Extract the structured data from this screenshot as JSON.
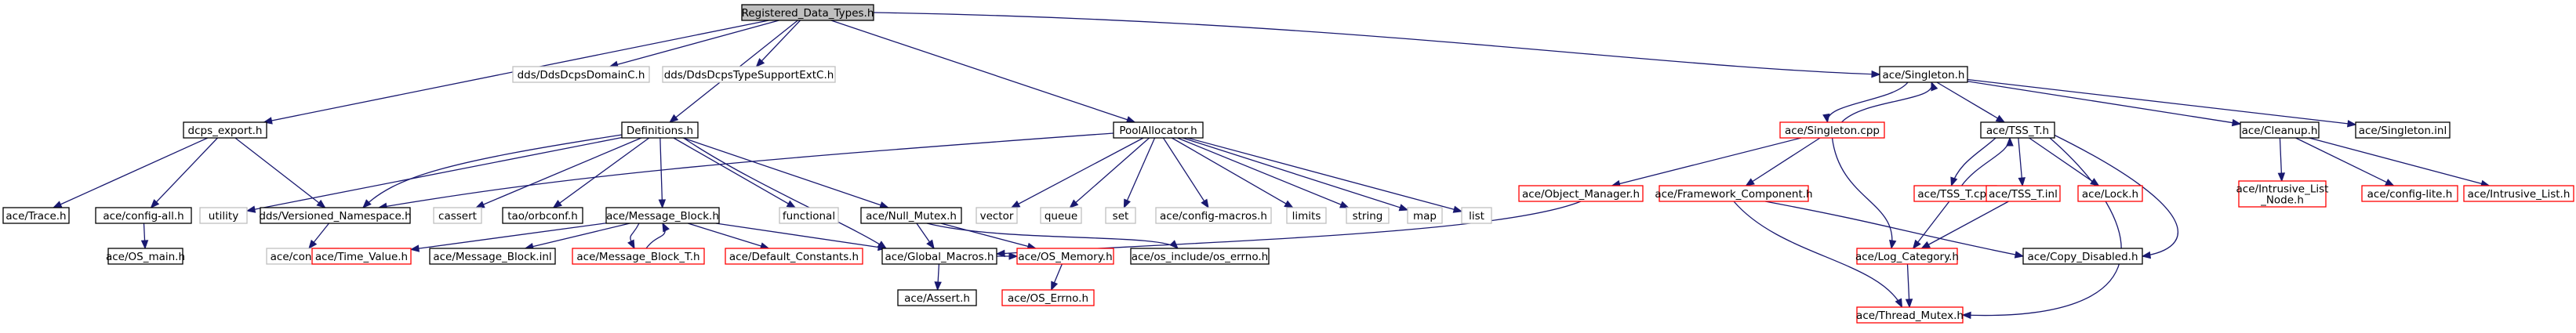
{
  "graph": {
    "colors": {
      "edge": "#191970",
      "root_fill": "#bfbfbf",
      "root_border": "#000000",
      "default_border": "#000000",
      "red_border": "#ff0000",
      "gray_border": "#bfbfbf",
      "fill": "#ffffff",
      "text": "#000000"
    },
    "nodes": [
      {
        "id": "registered",
        "label": "Registered_Data_Types.h",
        "style": "root"
      },
      {
        "id": "dcps_export",
        "label": "dcps_export.h",
        "style": "normal"
      },
      {
        "id": "ddsdomain",
        "label": "dds/DdsDcpsDomainC.h",
        "style": "gray"
      },
      {
        "id": "ddstypesupport",
        "label": "dds/DdsDcpsTypeSupportExtC.h",
        "style": "gray"
      },
      {
        "id": "definitions",
        "label": "Definitions.h",
        "style": "normal"
      },
      {
        "id": "poolallocator",
        "label": "PoolAllocator.h",
        "style": "normal"
      },
      {
        "id": "singleton_h",
        "label": "ace/Singleton.h",
        "style": "normal"
      },
      {
        "id": "trace",
        "label": "ace/Trace.h",
        "style": "normal"
      },
      {
        "id": "config_all",
        "label": "ace/config-all.h",
        "style": "normal"
      },
      {
        "id": "os_main",
        "label": "ace/OS_main.h",
        "style": "normal"
      },
      {
        "id": "utility",
        "label": "utility",
        "style": "gray"
      },
      {
        "id": "versioned_ns",
        "label": "dds/Versioned_Namespace.h",
        "style": "normal"
      },
      {
        "id": "config_h",
        "label": "ace/config.h",
        "style": "gray"
      },
      {
        "id": "cassert",
        "label": "cassert",
        "style": "gray"
      },
      {
        "id": "orbconf",
        "label": "tao/orbconf.h",
        "style": "normal"
      },
      {
        "id": "message_block",
        "label": "ace/Message_Block.h",
        "style": "normal"
      },
      {
        "id": "functional",
        "label": "functional",
        "style": "gray"
      },
      {
        "id": "null_mutex",
        "label": "ace/Null_Mutex.h",
        "style": "normal"
      },
      {
        "id": "vector",
        "label": "vector",
        "style": "gray"
      },
      {
        "id": "queue",
        "label": "queue",
        "style": "gray"
      },
      {
        "id": "set",
        "label": "set",
        "style": "gray"
      },
      {
        "id": "config_macros",
        "label": "ace/config-macros.h",
        "style": "gray"
      },
      {
        "id": "limits",
        "label": "limits",
        "style": "gray"
      },
      {
        "id": "string",
        "label": "string",
        "style": "gray"
      },
      {
        "id": "map",
        "label": "map",
        "style": "gray"
      },
      {
        "id": "list",
        "label": "list",
        "style": "gray"
      },
      {
        "id": "time_value",
        "label": "ace/Time_Value.h",
        "style": "red"
      },
      {
        "id": "message_block_inl",
        "label": "ace/Message_Block.inl",
        "style": "normal"
      },
      {
        "id": "message_block_t",
        "label": "ace/Message_Block_T.h",
        "style": "red"
      },
      {
        "id": "default_constants",
        "label": "ace/Default_Constants.h",
        "style": "red"
      },
      {
        "id": "global_macros",
        "label": "ace/Global_Macros.h",
        "style": "normal"
      },
      {
        "id": "os_memory",
        "label": "ace/OS_Memory.h",
        "style": "red"
      },
      {
        "id": "os_errno_h",
        "label": "ace/os_include/os_errno.h",
        "style": "normal"
      },
      {
        "id": "assert_h",
        "label": "ace/Assert.h",
        "style": "normal"
      },
      {
        "id": "os_errno",
        "label": "ace/OS_Errno.h",
        "style": "red"
      },
      {
        "id": "singleton_cpp",
        "label": "ace/Singleton.cpp",
        "style": "red"
      },
      {
        "id": "tss_t_h",
        "label": "ace/TSS_T.h",
        "style": "normal"
      },
      {
        "id": "cleanup",
        "label": "ace/Cleanup.h",
        "style": "normal"
      },
      {
        "id": "singleton_inl",
        "label": "ace/Singleton.inl",
        "style": "normal"
      },
      {
        "id": "object_manager",
        "label": "ace/Object_Manager.h",
        "style": "red"
      },
      {
        "id": "framework_component",
        "label": "ace/Framework_Component.h",
        "style": "red"
      },
      {
        "id": "tss_t_cpp",
        "label": "ace/TSS_T.cpp",
        "style": "red"
      },
      {
        "id": "tss_t_inl",
        "label": "ace/TSS_T.inl",
        "style": "red"
      },
      {
        "id": "lock",
        "label": "ace/Lock.h",
        "style": "red"
      },
      {
        "id": "log_category",
        "label": "ace/Log_Category.h",
        "style": "red"
      },
      {
        "id": "copy_disabled",
        "label": "ace/Copy_Disabled.h",
        "style": "normal"
      },
      {
        "id": "thread_mutex",
        "label": "ace/Thread_Mutex.h",
        "style": "red"
      },
      {
        "id": "intrusive_list_node",
        "label": "ace/Intrusive_List\n_Node.h",
        "style": "red"
      },
      {
        "id": "config_lite",
        "label": "ace/config-lite.h",
        "style": "red"
      },
      {
        "id": "intrusive_list",
        "label": "ace/Intrusive_List.h",
        "style": "red"
      }
    ],
    "edges": [
      [
        "registered",
        "dcps_export"
      ],
      [
        "registered",
        "ddsdomain"
      ],
      [
        "registered",
        "ddstypesupport"
      ],
      [
        "registered",
        "definitions"
      ],
      [
        "registered",
        "poolallocator"
      ],
      [
        "registered",
        "singleton_h"
      ],
      [
        "dcps_export",
        "trace"
      ],
      [
        "dcps_export",
        "config_all"
      ],
      [
        "dcps_export",
        "versioned_ns"
      ],
      [
        "config_all",
        "os_main"
      ],
      [
        "definitions",
        "utility"
      ],
      [
        "definitions",
        "versioned_ns"
      ],
      [
        "definitions",
        "cassert"
      ],
      [
        "definitions",
        "orbconf"
      ],
      [
        "definitions",
        "message_block"
      ],
      [
        "definitions",
        "functional"
      ],
      [
        "definitions",
        "null_mutex"
      ],
      [
        "definitions",
        "global_macros"
      ],
      [
        "versioned_ns",
        "config_h"
      ],
      [
        "poolallocator",
        "versioned_ns"
      ],
      [
        "poolallocator",
        "vector"
      ],
      [
        "poolallocator",
        "queue"
      ],
      [
        "poolallocator",
        "set"
      ],
      [
        "poolallocator",
        "config_macros"
      ],
      [
        "poolallocator",
        "limits"
      ],
      [
        "poolallocator",
        "string"
      ],
      [
        "poolallocator",
        "map"
      ],
      [
        "poolallocator",
        "list"
      ],
      [
        "message_block",
        "time_value"
      ],
      [
        "message_block",
        "message_block_inl"
      ],
      [
        "message_block",
        "message_block_t"
      ],
      [
        "message_block",
        "default_constants"
      ],
      [
        "message_block",
        "global_macros"
      ],
      [
        "message_block_t",
        "message_block"
      ],
      [
        "null_mutex",
        "global_macros"
      ],
      [
        "null_mutex",
        "os_memory"
      ],
      [
        "null_mutex",
        "os_errno_h"
      ],
      [
        "global_macros",
        "assert_h"
      ],
      [
        "global_macros",
        "os_memory"
      ],
      [
        "os_memory",
        "os_errno"
      ],
      [
        "singleton_h",
        "singleton_cpp"
      ],
      [
        "singleton_h",
        "tss_t_h"
      ],
      [
        "singleton_h",
        "cleanup"
      ],
      [
        "singleton_h",
        "singleton_inl"
      ],
      [
        "singleton_cpp",
        "singleton_h"
      ],
      [
        "singleton_cpp",
        "object_manager"
      ],
      [
        "singleton_cpp",
        "framework_component"
      ],
      [
        "singleton_cpp",
        "log_category"
      ],
      [
        "object_manager",
        "global_macros"
      ],
      [
        "framework_component",
        "copy_disabled"
      ],
      [
        "framework_component",
        "thread_mutex"
      ],
      [
        "tss_t_h",
        "tss_t_cpp"
      ],
      [
        "tss_t_h",
        "tss_t_inl"
      ],
      [
        "tss_t_h",
        "lock"
      ],
      [
        "tss_t_h",
        "copy_disabled"
      ],
      [
        "tss_t_h",
        "thread_mutex"
      ],
      [
        "tss_t_cpp",
        "tss_t_h"
      ],
      [
        "tss_t_cpp",
        "log_category"
      ],
      [
        "tss_t_inl",
        "log_category"
      ],
      [
        "log_category",
        "thread_mutex"
      ],
      [
        "cleanup",
        "intrusive_list_node"
      ],
      [
        "cleanup",
        "config_lite"
      ],
      [
        "cleanup",
        "intrusive_list"
      ]
    ]
  }
}
